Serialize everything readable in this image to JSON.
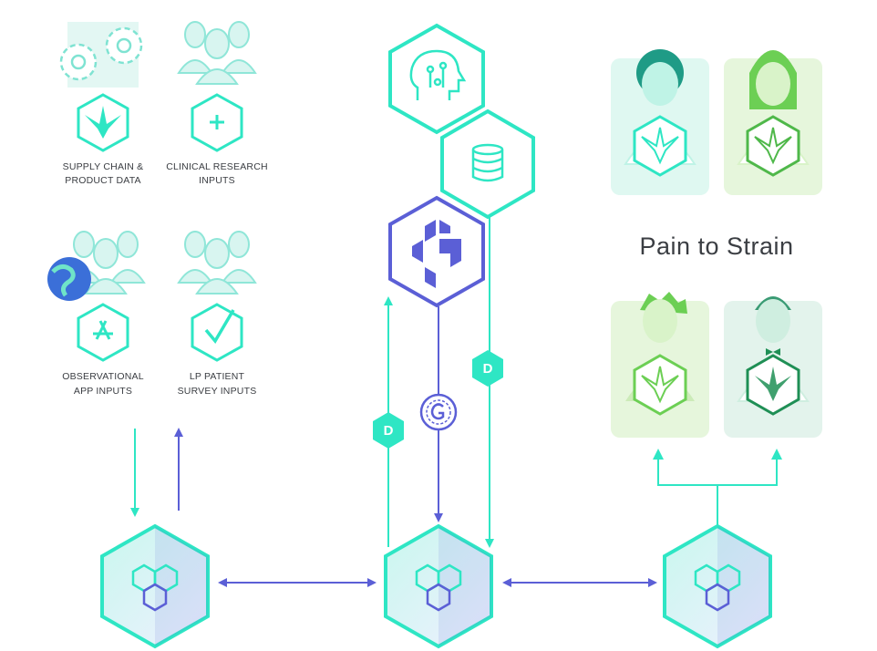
{
  "labels": {
    "supply_line1": "SUPPLY CHAIN &",
    "supply_line2": "PRODUCT DATA",
    "clinical_line1": "CLINICAL RESEARCH",
    "clinical_line2": "INPUTS",
    "observational_line1": "OBSERVATIONAL",
    "observational_line2": "APP INPUTS",
    "survey_line1": "LP PATIENT",
    "survey_line2": "SURVEY INPUTS"
  },
  "title": "Pain to Strain",
  "badges": {
    "d_left": "D",
    "d_right": "D"
  },
  "colors": {
    "teal": "#2ee6c4",
    "teal_light": "#a9f3e6",
    "indigo": "#5b5fd6",
    "green": "#6ccf54",
    "dark_green": "#1f8f55",
    "card_teal": "#dff8f1",
    "card_green": "#e6f6dc"
  },
  "icons": {
    "gears": "gears-icon",
    "people": "people-group-icon",
    "globe": "globe-icon",
    "leaf": "cannabis-leaf-icon",
    "plus": "plus-icon",
    "app": "app-store-icon",
    "check": "checkmark-icon",
    "brain": "brain-ai-icon",
    "database": "database-icon",
    "logo": "g-logo-icon",
    "token": "g-token-icon",
    "node": "blockchain-node-icon"
  }
}
